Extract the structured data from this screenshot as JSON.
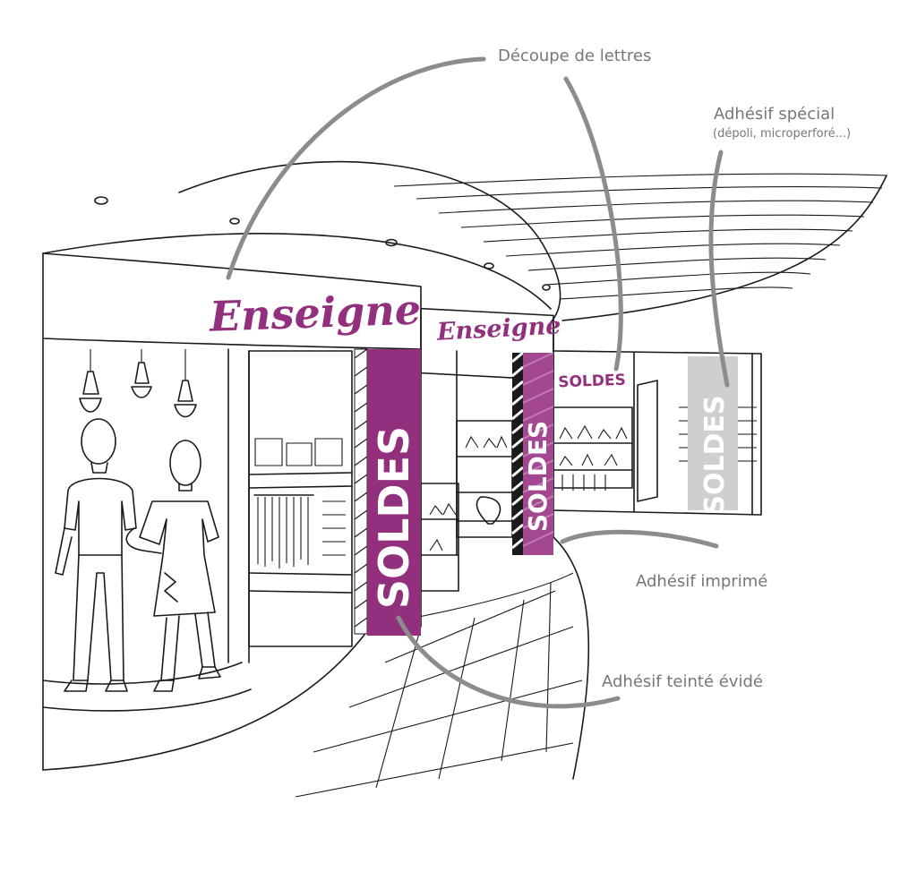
{
  "colors": {
    "brand": "#93307e",
    "label": "#777777",
    "callout": "#8c8c8c",
    "special_adhesive": "#cfcfcf"
  },
  "labels": {
    "letter_cut": "Découpe de lettres",
    "special_adhesive": "Adhésif spécial",
    "special_adhesive_sub": "(dépoli, microperforé...)",
    "printed_adhesive": "Adhésif imprimé",
    "tinted_adhesive": "Adhésif teinté évidé"
  },
  "signs": {
    "main": "Enseigne",
    "secondary": "Enseigne"
  },
  "panels": {
    "printed": "SOLDES",
    "tinted": "SOLDES",
    "letters": "SOLDES",
    "special": "SOLDES"
  }
}
